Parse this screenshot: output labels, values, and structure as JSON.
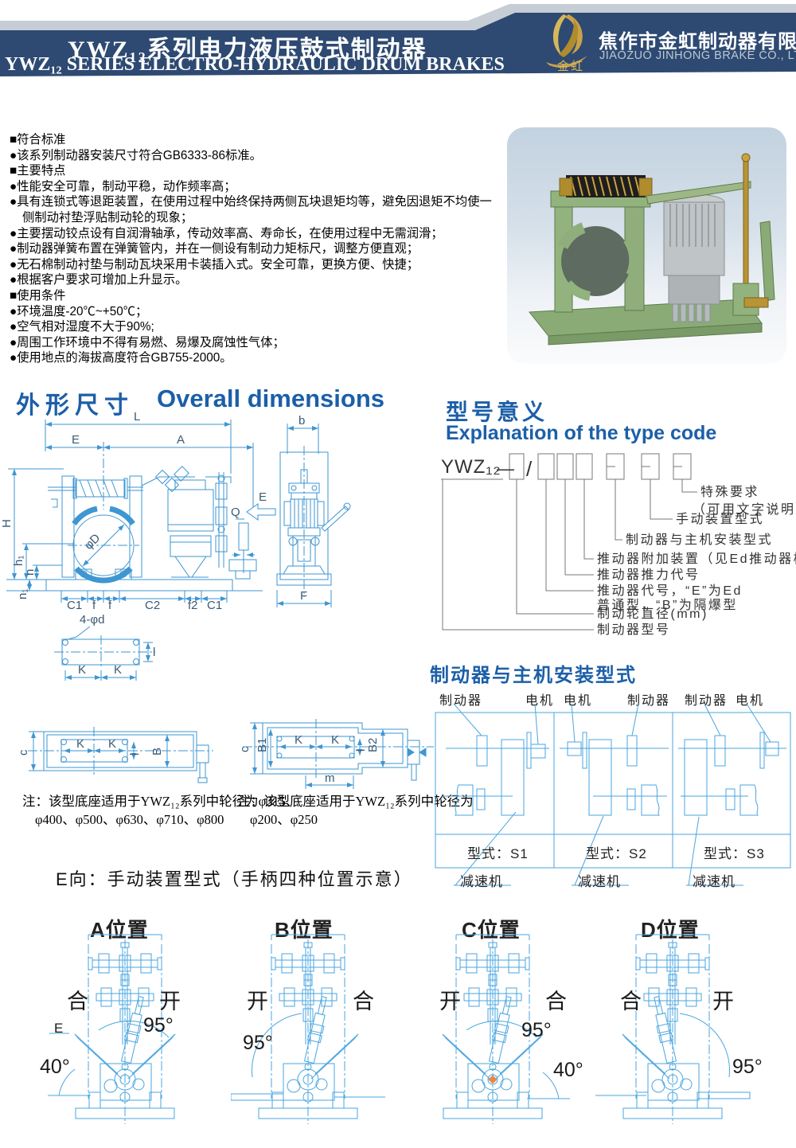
{
  "colors": {
    "navy": "#2e4a72",
    "band_gray": "#c6cdd5",
    "heading_blue": "#1c5fa8",
    "line_blue": "#3e96d2",
    "line_blue_light": "#4aa6e0",
    "gold": "#c9a24a"
  },
  "header": {
    "title_cn": "YWZ₁₂系列电力液压鼓式制动器",
    "title_en": "YWZ₁₂  SERIES ELECTRO-HYDRAULIC DRUM BRAKES",
    "company_cn": "焦作市金虹制动器有限公司",
    "company_en": "JIAOZUO JINHONG BRAKE CO., LTD",
    "logo_caption": "金虹"
  },
  "features": {
    "items": [
      "■符合标准",
      "●该系列制动器安装尺寸符合GB6333-86标准。",
      "■主要特点",
      "●性能安全可靠，制动平稳，动作频率高；",
      "●具有连锁式等退距装置，在使用过程中始终保持两侧瓦块退矩均等，避免因退矩不均使一侧制动衬垫浮贴制动轮的现象；",
      "●主要摆动铰点设有自润滑轴承，传动效率高、寿命长，在使用过程中无需润滑；",
      "●制动器弹簧布置在弹簧管内，并在一侧设有制动力矩标尺，调整方便直观；",
      "●无石棉制动衬垫与制动瓦块采用卡装插入式。安全可靠，更换方便、快捷；",
      "●根据客户要求可增加上升显示。",
      "■使用条件",
      "●环境温度-20℃~+50℃；",
      "●空气相对湿度不大于90%;",
      "●周围工作环境中不得有易燃、易爆及腐蚀性气体；",
      "●使用地点的海拔高度符合GB755-2000。"
    ]
  },
  "overall": {
    "title_cn": "外形尺寸",
    "title_en": "Overall dimensions",
    "dims": {
      "L": "L",
      "E": "E",
      "A": "A",
      "b": "b",
      "H": "H",
      "h1": "h₁",
      "n": "n",
      "n1": "n₁",
      "phiD": "φD",
      "Q": "Q",
      "C1": "C1",
      "f": "f",
      "C2": "C2",
      "f2": "f2",
      "F": "F",
      "holes": "4-φd",
      "K": "K",
      "l": "l",
      "c": "c",
      "B": "B",
      "B1": "B1",
      "B2": "B2",
      "m": "m"
    },
    "note1_line1": "注：该型底座适用于YWZ₁₂系列中轮径为φ315、",
    "note1_line2": "φ400、φ500、φ630、φ710、φ800",
    "note2_line1": "注：该型底座适用于YWZ₁₂系列中轮径为",
    "note2_line2": "φ200、φ250"
  },
  "type_code": {
    "title_cn": "型号意义",
    "title_en": "Explanation of the type code",
    "prefix": "YWZ₁₂",
    "dash": "—",
    "slash": "/",
    "labels": {
      "special": "特殊要求",
      "special2": "（可用文字说明）",
      "manual": "手动装置型式",
      "mount": "制动器与主机安装型式",
      "attach": "推动器附加装置（见Ed推动器样本）",
      "force": "推动器推力代号",
      "code1": "推动器代号，“E”为Ed",
      "code2": "普通型，“B”为隔爆型",
      "diameter": "制动轮直径(mm)",
      "model": "制动器型号"
    }
  },
  "installation": {
    "title": "制动器与主机安装型式",
    "panels": [
      {
        "label_a": "制动器",
        "label_b": "电机",
        "type_label": "型式：S1",
        "reducer": "减速机"
      },
      {
        "label_a": "电机",
        "label_b": "制动器",
        "type_label": "型式：S2",
        "reducer": "减速机"
      },
      {
        "label_a": "制动器",
        "label_b": "电机",
        "type_label": "型式：S3",
        "reducer": "减速机"
      }
    ]
  },
  "manual": {
    "title": "E向：手动装置型式（手柄四种位置示意）",
    "positions": [
      {
        "name": "A位置",
        "left": "合",
        "right": "开",
        "angle_main": "95°",
        "angle_small": "40°",
        "e_label": "E"
      },
      {
        "name": "B位置",
        "left": "开",
        "right": "合",
        "angle_main": "95°"
      },
      {
        "name": "C位置",
        "left": "开",
        "right": "合",
        "angle_main": "95°",
        "angle_small": "40°"
      },
      {
        "name": "D位置",
        "left": "合",
        "right": "开",
        "angle_main": "95°"
      }
    ]
  }
}
